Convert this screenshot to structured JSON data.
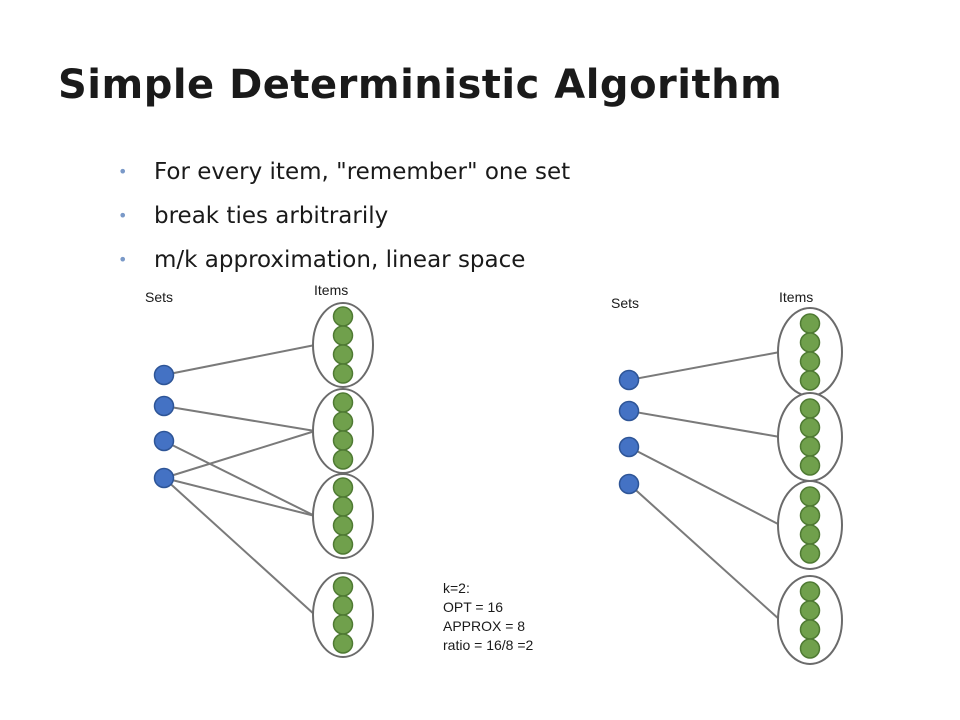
{
  "slide": {
    "title": "Simple Deterministic Algorithm",
    "bullets": [
      "For every item, \"remember\" one set",
      "break ties arbitrarily",
      "m/k approximation, linear space"
    ]
  },
  "diagrams": [
    {
      "sets_label": "Sets",
      "items_label": "Items",
      "set_count": 4,
      "group_count": 4,
      "items_per_group": 4,
      "edges": [
        [
          0,
          0
        ],
        [
          1,
          1
        ],
        [
          2,
          2
        ],
        [
          3,
          1
        ],
        [
          3,
          2
        ],
        [
          3,
          3
        ]
      ]
    },
    {
      "sets_label": "Sets",
      "items_label": "Items",
      "set_count": 4,
      "group_count": 4,
      "items_per_group": 4,
      "edges": [
        [
          0,
          0
        ],
        [
          1,
          1
        ],
        [
          2,
          2
        ],
        [
          3,
          3
        ]
      ]
    }
  ],
  "note": {
    "lines": [
      "k=2:",
      "OPT = 16",
      "APPROX = 8",
      "ratio = 16/8 =2"
    ]
  },
  "colors": {
    "set_node": "#4472c4",
    "item_node": "#70a04c",
    "group_outline": "#6b6b6b",
    "edge": "#7a7a7a"
  }
}
